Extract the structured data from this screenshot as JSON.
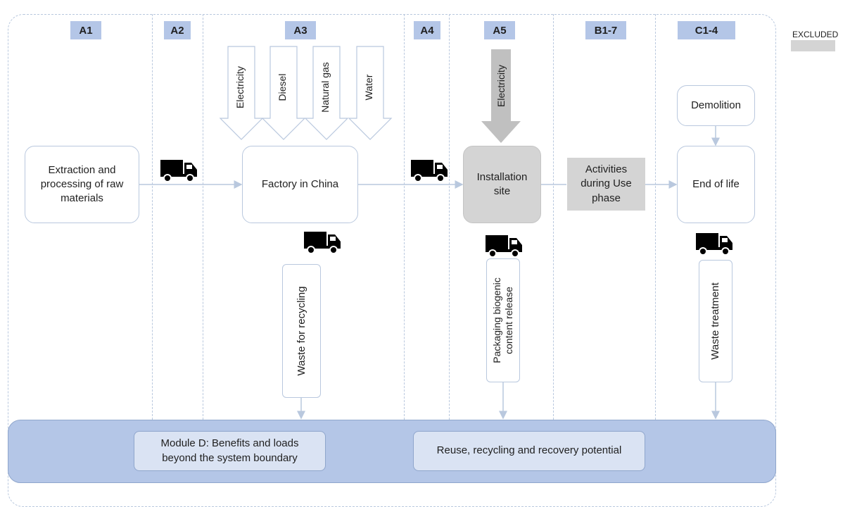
{
  "stages": [
    "A1",
    "A2",
    "A3",
    "A4",
    "A5",
    "B1-7",
    "C1-4"
  ],
  "legend": {
    "excluded_label": "EXCLUDED",
    "excluded_color": "#d4d4d4"
  },
  "inputs_a3": [
    "Electricity",
    "Diesel",
    "Natural gas",
    "Water"
  ],
  "input_a5": "Electricity",
  "nodes": {
    "extraction": "Extraction and processing of raw materials",
    "factory": "Factory in China",
    "installation": "Installation site",
    "use_phase": "Activities during Use phase",
    "end_of_life": "End of life",
    "demolition": "Demolition"
  },
  "outputs": {
    "waste_recycling": "Waste for recycling",
    "packaging": "Packaging biogenic content release",
    "waste_treatment": "Waste treatment"
  },
  "module_d": {
    "title": "Module D: Benefits and loads beyond the system boundary",
    "potential": "Reuse, recycling and recovery potential"
  },
  "colors": {
    "stage_header": "#b4c6e7",
    "excluded": "#d4d4d4",
    "module_band": "#b4c6e7",
    "boundary": "#b9c8de"
  },
  "icons": [
    "truck-icon"
  ]
}
